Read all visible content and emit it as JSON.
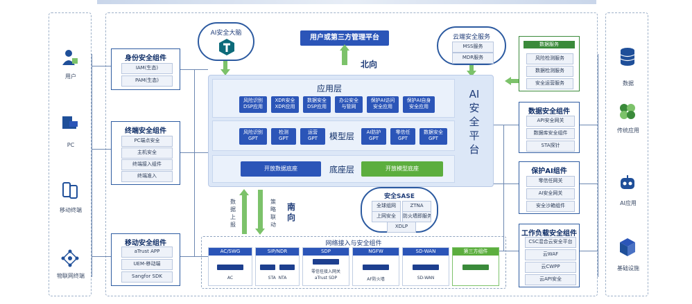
{
  "colors": {
    "primary_blue": "#2b55b8",
    "dark_blue": "#0d2c66",
    "accent_green": "#7cc26a",
    "panel_bg": "#eaf1fb",
    "dashed": "#9db0c8"
  },
  "left_endpoints": [
    {
      "label": "用户",
      "icon": "user-icon"
    },
    {
      "label": "PC",
      "icon": "pc-icon"
    },
    {
      "label": "移动终端",
      "icon": "mobile-icon"
    },
    {
      "label": "物联网终端",
      "icon": "iot-icon"
    }
  ],
  "right_endpoints": [
    {
      "label": "数据",
      "icon": "database-icon"
    },
    {
      "label": "传统应用",
      "icon": "apps-icon"
    },
    {
      "label": "AI应用",
      "icon": "robot-icon"
    },
    {
      "label": "基础设施",
      "icon": "infrastructure-icon"
    }
  ],
  "left_components": [
    {
      "title": "身份安全组件",
      "items": [
        "IAM(生态)",
        "PAM(生态)"
      ]
    },
    {
      "title": "终端安全组件",
      "items": [
        "PC端点安全",
        "主机安全",
        "终端接入组件",
        "终端准入"
      ]
    },
    {
      "title": "移动安全组件",
      "items": [
        "aTrust APP",
        "UEM-移动端",
        "Sangfor SDK"
      ]
    }
  ],
  "right_components": [
    {
      "title": "数据安全组件",
      "items": [
        "API安全网关",
        "数据库安全组件",
        "STA探针"
      ]
    },
    {
      "title": "保护AI组件",
      "items": [
        "零信任网关",
        "AI安全网关",
        "安全沙箱组件"
      ]
    },
    {
      "title": "工作负载安全组件",
      "items": [
        "CSC混合云安全平台",
        "云WAF",
        "云CWPP",
        "云API安全"
      ]
    }
  ],
  "top_right_box": {
    "title": "数据服务",
    "items": [
      "风险检测服务",
      "数据检测服务",
      "安全运营服务"
    ]
  },
  "clouds": {
    "ai_brain": {
      "title": "AI安全大脑"
    },
    "cloud_service": {
      "title": "云端安全服务",
      "items": [
        "MSS服务",
        "MDR服务"
      ]
    },
    "sase": {
      "title": "安全SASE",
      "items": [
        "全球组网",
        "ZTNA",
        "上网安全",
        "防火墙即服务",
        "XDLP"
      ]
    }
  },
  "platform_banner": "用户或第三方管理平台",
  "north_label": "北向",
  "south_label": "南向",
  "data_up_label": "数据上报",
  "policy_down_label": "策略联动",
  "vertical_title": "AI安全平台",
  "layers": [
    {
      "title": "应用层",
      "tiles": [
        "风险识别\nDSP应用",
        "XDR安全\nXDR应用",
        "数据安全\nDSP应用",
        "办公安全\n与管网",
        "保护AI访问\n安全应用",
        "保护AI自身\n安全应用"
      ]
    },
    {
      "title": "模型层",
      "tiles": [
        "风险识别\nGPT",
        "检测\nGPT",
        "运营\nGPT",
        "AI防护\nGPT",
        "零信任\nGPT",
        "数据安全\nGPT"
      ]
    },
    {
      "title": "底座层",
      "tiles": [
        "开放数据底座",
        "开放模型底座"
      ]
    }
  ],
  "gateways": {
    "title": "网络接入与安全组件",
    "items": [
      {
        "head": "AC/SWG",
        "label": "AC"
      },
      {
        "head": "SIP/NDR",
        "label": "STA  NTA"
      },
      {
        "head": "SDP",
        "label": "零信任接入网关\naTrust SDP"
      },
      {
        "head": "NGFW",
        "label": "AF防火墙"
      },
      {
        "head": "SD-WAN",
        "label": "SD-WAN"
      },
      {
        "head": "第三方组件",
        "label": ""
      }
    ]
  }
}
